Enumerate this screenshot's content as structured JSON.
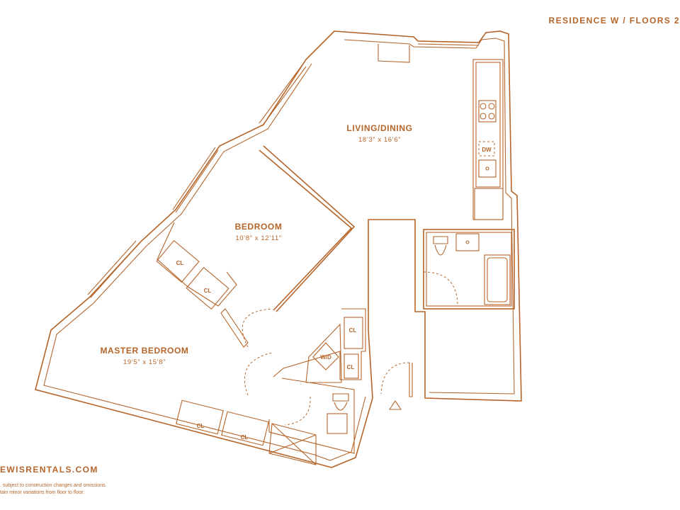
{
  "header": {
    "residence": "RESIDENCE W / FLOORS 2"
  },
  "rooms": {
    "living": {
      "name": "LIVING/DINING",
      "dims": "18’3” x 16’6”"
    },
    "bedroom": {
      "name": "BEDROOM",
      "dims": "10’8” x 12’11”"
    },
    "master": {
      "name": "MASTER BEDROOM",
      "dims": "19’5” x 15’8”"
    }
  },
  "labels": {
    "closet": "CL",
    "dishwasher": "DW",
    "washer_dryer": "W/D"
  },
  "footer": {
    "brand": "EWISRENTALS.COM",
    "note1": ". subject to construction changes and omissions.",
    "note2": "tain minor variations from floor to floor."
  },
  "colors": {
    "ink": "#b5652a",
    "background": "#ffffff"
  }
}
